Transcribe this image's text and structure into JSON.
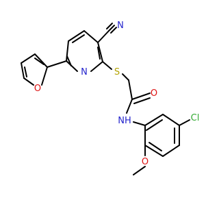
{
  "molecule": {
    "atom_labels": {
      "nitrogen_nitrile": "N",
      "nitrogen_pyridine": "N",
      "oxygen_furan": "O",
      "sulfur": "S",
      "oxygen_carbonyl": "O",
      "amide_nh": "NH",
      "chlorine": "Cl",
      "oxygen_methoxy": "O"
    },
    "colors": {
      "bond": "#000000",
      "nitrogen": "#2222cc",
      "oxygen": "#dd1111",
      "sulfur": "#b3a300",
      "chlorine": "#33aa33",
      "hydrogen_on_nitrogen": "#2222cc"
    }
  }
}
